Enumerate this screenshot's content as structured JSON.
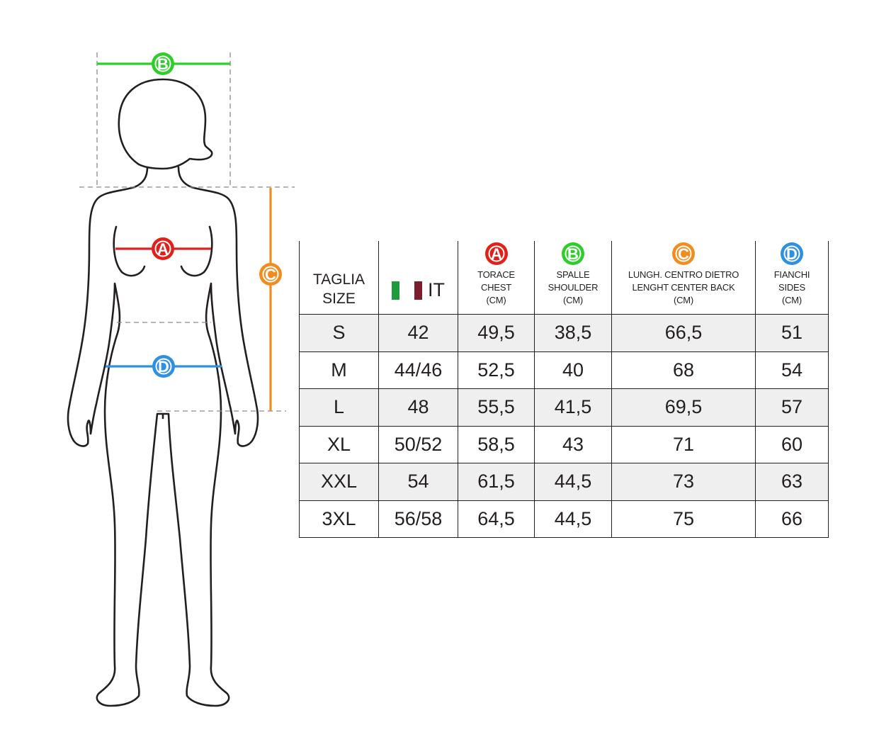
{
  "markers": {
    "A": {
      "letter": "A",
      "color": "#e0201b"
    },
    "B": {
      "letter": "B",
      "color": "#2fcd2b"
    },
    "C": {
      "letter": "C",
      "color": "#f28c1e"
    },
    "D": {
      "letter": "D",
      "color": "#2f8fe0"
    }
  },
  "flag_colors": [
    "#1f9a3c",
    "#ffffff",
    "#7a1e2e"
  ],
  "table": {
    "headers": {
      "size": {
        "line1": "TAGLIA",
        "line2": "SIZE"
      },
      "it": {
        "label": "IT"
      },
      "chest": {
        "marker": "A",
        "line1": "TORACE",
        "line2": "CHEST",
        "line3": "(CM)"
      },
      "shoulder": {
        "marker": "B",
        "line1": "SPALLE",
        "line2": "SHOULDER",
        "line3": "(CM)"
      },
      "back_length": {
        "marker": "C",
        "line1": "LUNGH. CENTRO DIETRO",
        "line2": "LENGHT CENTER BACK",
        "line3": "(CM)"
      },
      "sides": {
        "marker": "D",
        "line1": "FIANCHI",
        "line2": "SIDES",
        "line3": "(CM)"
      }
    },
    "rows": [
      {
        "size": "S",
        "it": "42",
        "chest": "49,5",
        "shoulder": "38,5",
        "back_length": "66,5",
        "sides": "51"
      },
      {
        "size": "M",
        "it": "44/46",
        "chest": "52,5",
        "shoulder": "40",
        "back_length": "68",
        "sides": "54"
      },
      {
        "size": "L",
        "it": "48",
        "chest": "55,5",
        "shoulder": "41,5",
        "back_length": "69,5",
        "sides": "57"
      },
      {
        "size": "XL",
        "it": "50/52",
        "chest": "58,5",
        "shoulder": "43",
        "back_length": "71",
        "sides": "60"
      },
      {
        "size": "XXL",
        "it": "54",
        "chest": "61,5",
        "shoulder": "44,5",
        "back_length": "73",
        "sides": "63"
      },
      {
        "size": "3XL",
        "it": "56/58",
        "chest": "64,5",
        "shoulder": "44,5",
        "back_length": "75",
        "sides": "66"
      }
    ]
  }
}
